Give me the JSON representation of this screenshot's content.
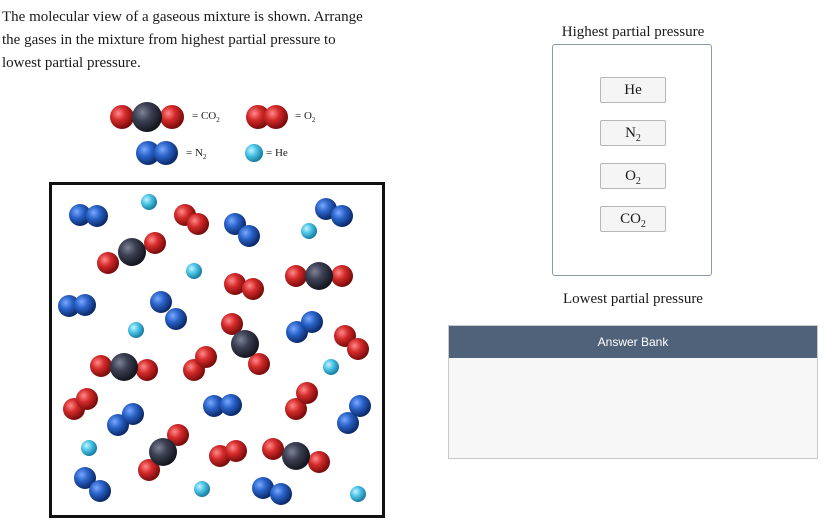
{
  "question": {
    "line1": "The molecular view of a gaseous mixture is shown. Arrange",
    "line2": "the gases in the mixture from highest partial pressure to",
    "line3": "lowest partial pressure."
  },
  "legend": {
    "co2": {
      "prefix": "= CO",
      "sub": "2"
    },
    "o2": {
      "prefix": "= O",
      "sub": "2"
    },
    "n2": {
      "prefix": "= N",
      "sub": "2"
    },
    "he": {
      "text": "= He"
    }
  },
  "colors": {
    "oxygen": "#d42a2a",
    "carbon": "#3b3f52",
    "nitrogen": "#2a63c9",
    "helium": "#4ec6e8",
    "bank_header": "#50627a"
  },
  "ranking": {
    "top_label": "Highest partial pressure",
    "bottom_label": "Lowest partial pressure",
    "items": [
      {
        "base": "He",
        "sub": ""
      },
      {
        "base": "N",
        "sub": "2"
      },
      {
        "base": "O",
        "sub": "2"
      },
      {
        "base": "CO",
        "sub": "2"
      }
    ]
  },
  "answer_bank": {
    "title": "Answer Bank"
  }
}
